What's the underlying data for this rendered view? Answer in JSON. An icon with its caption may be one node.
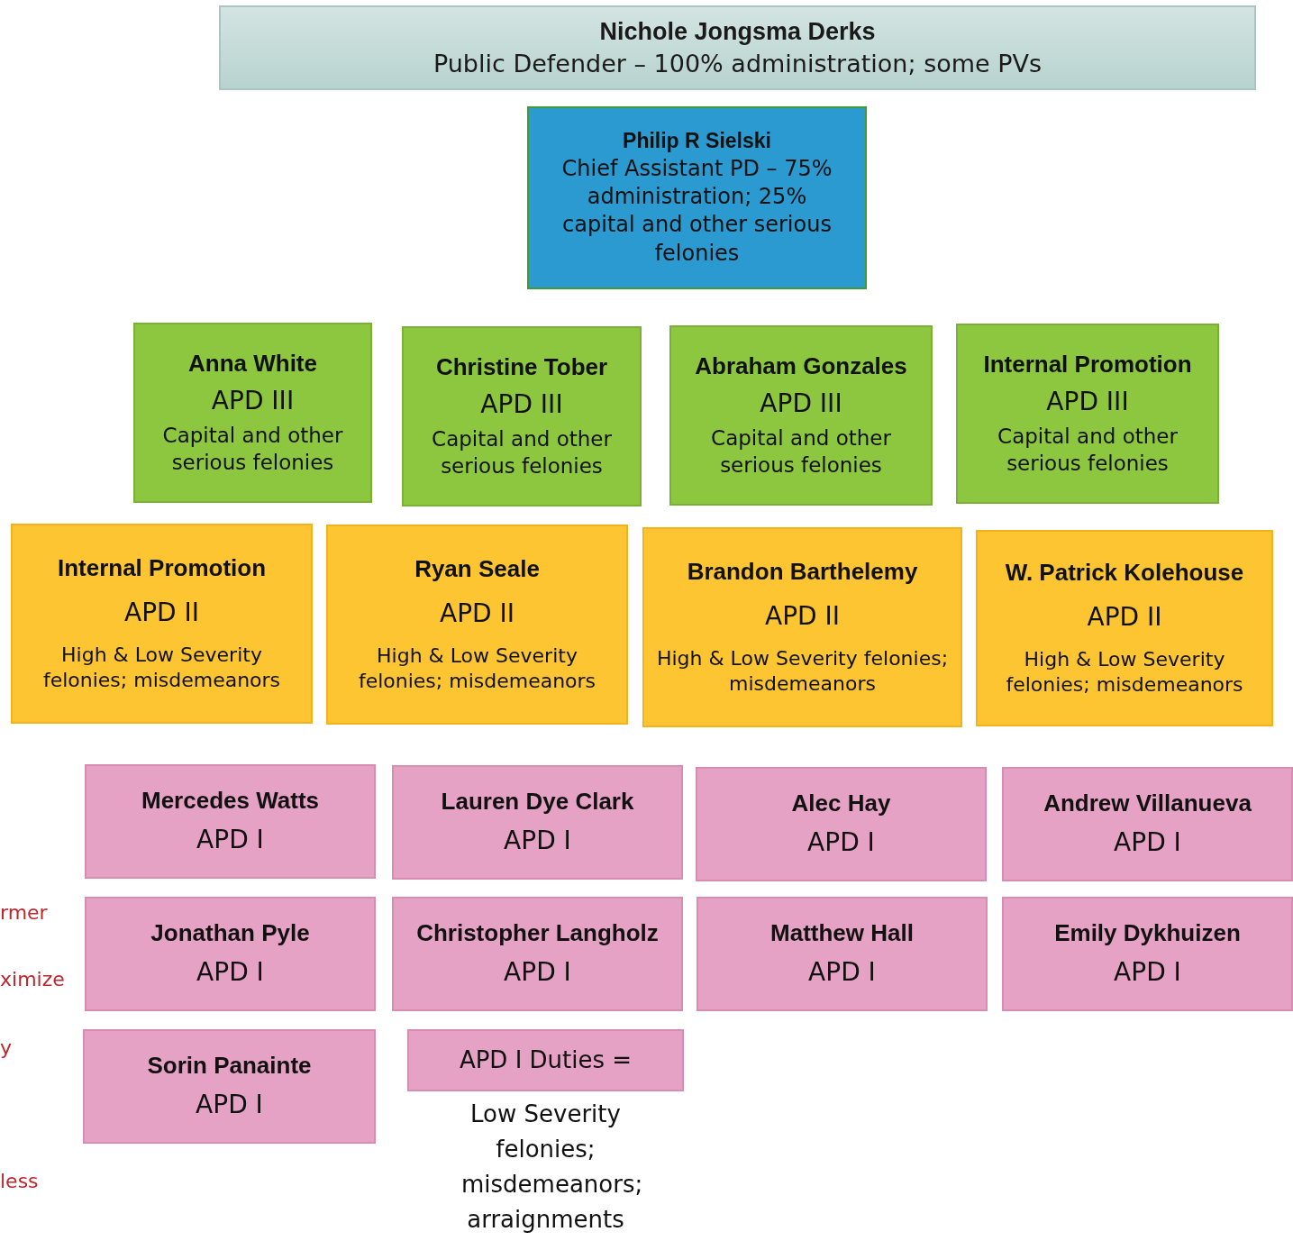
{
  "diagram": {
    "nodes": [
      {
        "text": [
          "Nichole Jongsma Derks",
          "Public Defender – 100% administration; some PVs"
        ]
      },
      {
        "text": [
          "Philip R Sielski",
          "Chief Assistant PD – 75% administration; 25% capital and other serious felonies"
        ]
      },
      {
        "text": [
          "Anna White",
          "APD III",
          "Capital and other serious felonies"
        ]
      },
      {
        "text": [
          "Christine Tober",
          "APD III",
          "Capital and other serious felonies"
        ]
      },
      {
        "text": [
          "Abraham Gonzales",
          "APD III",
          "Capital and other serious felonies"
        ]
      },
      {
        "text": [
          "Internal Promotion",
          "APD III",
          "Capital and other serious felonies"
        ]
      },
      {
        "text": [
          "Internal Promotion",
          "APD II",
          "High & Low Severity felonies; misdemeanors"
        ]
      },
      {
        "text": [
          "Ryan Seale",
          "APD II",
          "High & Low Severity felonies; misdemeanors"
        ]
      },
      {
        "text": [
          "Brandon Barthelemy",
          "APD II",
          "High & Low Severity felonies; misdemeanors"
        ]
      },
      {
        "text": [
          "W. Patrick Kolehouse",
          "APD II",
          "High & Low Severity felonies; misdemeanors"
        ]
      },
      {
        "text": [
          "Mercedes Watts",
          "APD I"
        ]
      },
      {
        "text": [
          "Lauren Dye Clark",
          "APD I"
        ]
      },
      {
        "text": [
          "Alec Hay",
          "APD I"
        ]
      },
      {
        "text": [
          "Andrew Villanueva",
          "APD I"
        ]
      },
      {
        "text": [
          "Jonathan Pyle",
          "APD I"
        ]
      },
      {
        "text": [
          "Christopher Langholz",
          "APD I"
        ]
      },
      {
        "text": [
          "Matthew Hall",
          "APD I"
        ]
      },
      {
        "text": [
          "Emily Dykhuizen",
          "APD I"
        ]
      },
      {
        "text": [
          "Sorin Panainte",
          "APD I"
        ]
      },
      {
        "text": [
          "APD I Duties ="
        ],
        "beside": [
          "Low Severity felonies; misdemeanors; arraignments"
        ]
      }
    ],
    "edges": [],
    "labels": [
      "rmer",
      "ximize",
      "y",
      "less"
    ]
  }
}
